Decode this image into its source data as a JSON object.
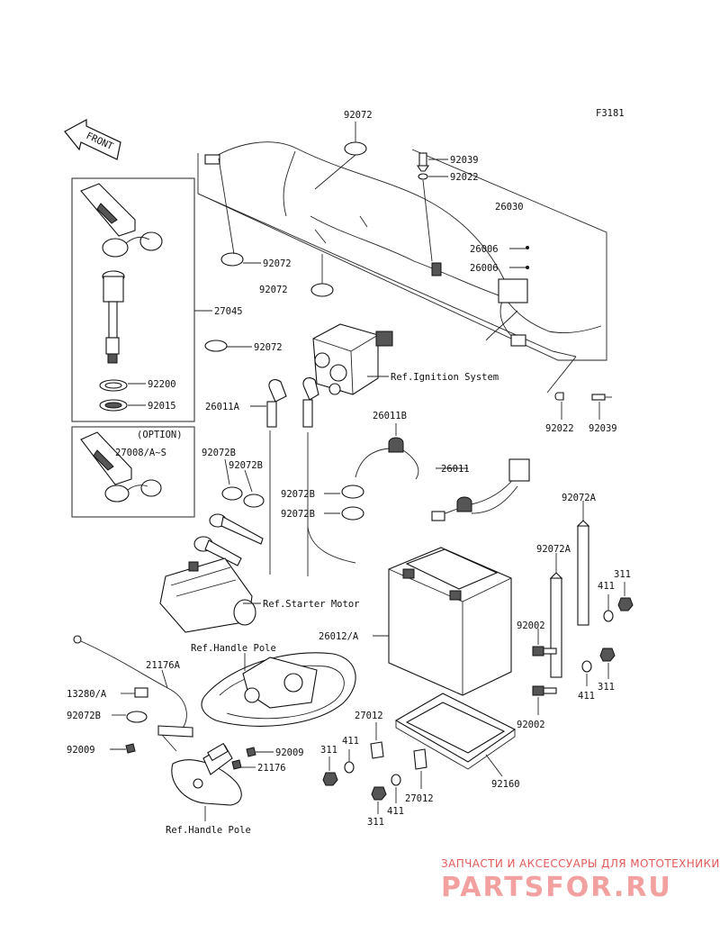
{
  "figure_code": "F3181",
  "front_arrow": "FRONT",
  "option_label": "(OPTION)",
  "part_labels": [
    {
      "id": "l1",
      "text": "92072"
    },
    {
      "id": "l2",
      "text": "92039"
    },
    {
      "id": "l3",
      "text": "92022"
    },
    {
      "id": "l4",
      "text": "26030"
    },
    {
      "id": "l5",
      "text": "26006"
    },
    {
      "id": "l6",
      "text": "26006"
    },
    {
      "id": "l7",
      "text": "92072"
    },
    {
      "id": "l8",
      "text": "92072"
    },
    {
      "id": "l9",
      "text": "27045"
    },
    {
      "id": "l10",
      "text": "92072"
    },
    {
      "id": "l11",
      "text": "Ref.Ignition System"
    },
    {
      "id": "l12",
      "text": "92200"
    },
    {
      "id": "l13",
      "text": "92015"
    },
    {
      "id": "l14",
      "text": "26011A"
    },
    {
      "id": "l15",
      "text": "92022"
    },
    {
      "id": "l16",
      "text": "92039"
    },
    {
      "id": "l17",
      "text": "26011B"
    },
    {
      "id": "l18",
      "text": "27008/A~S"
    },
    {
      "id": "l19",
      "text": "92072B"
    },
    {
      "id": "l20",
      "text": "92072B"
    },
    {
      "id": "l21",
      "text": "26011"
    },
    {
      "id": "l22",
      "text": "92072B"
    },
    {
      "id": "l23",
      "text": "92072B"
    },
    {
      "id": "l24",
      "text": "92072A"
    },
    {
      "id": "l25",
      "text": "92072A"
    },
    {
      "id": "l26",
      "text": "311"
    },
    {
      "id": "l27",
      "text": "411"
    },
    {
      "id": "l28",
      "text": "Ref.Starter Motor"
    },
    {
      "id": "l29",
      "text": "26012/A"
    },
    {
      "id": "l30",
      "text": "92002"
    },
    {
      "id": "l31",
      "text": "Ref.Handle Pole"
    },
    {
      "id": "l32",
      "text": "21176A"
    },
    {
      "id": "l33",
      "text": "311"
    },
    {
      "id": "l34",
      "text": "411"
    },
    {
      "id": "l35",
      "text": "13280/A"
    },
    {
      "id": "l36",
      "text": "92072B"
    },
    {
      "id": "l37",
      "text": "92002"
    },
    {
      "id": "l38",
      "text": "27012"
    },
    {
      "id": "l39",
      "text": "92009"
    },
    {
      "id": "l40",
      "text": "92009"
    },
    {
      "id": "l41",
      "text": "311"
    },
    {
      "id": "l42",
      "text": "411"
    },
    {
      "id": "l43",
      "text": "21176"
    },
    {
      "id": "l44",
      "text": "92160"
    },
    {
      "id": "l45",
      "text": "27012"
    },
    {
      "id": "l46",
      "text": "311"
    },
    {
      "id": "l47",
      "text": "411"
    },
    {
      "id": "l48",
      "text": "Ref.Handle Pole"
    }
  ],
  "watermark": {
    "tagline": "ЗАПЧАСТИ И АКСЕССУАРЫ ДЛЯ МОТОТЕХНИКИ",
    "brand": "PARTSFOR.RU"
  }
}
